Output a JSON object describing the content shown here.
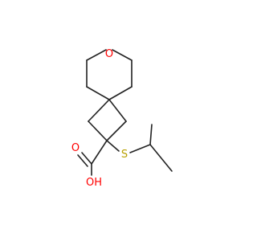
{
  "molecule": {
    "atoms": [
      {
        "id": "O1",
        "symbol": "O",
        "color": "#ff0000",
        "label": "O"
      },
      {
        "id": "S1",
        "symbol": "S",
        "color": "#b8a000",
        "label": "S"
      },
      {
        "id": "O2",
        "symbol": "O",
        "color": "#ff0000",
        "label": "O"
      },
      {
        "id": "O3",
        "symbol": "O",
        "color": "#ff0000",
        "label": "OH"
      }
    ],
    "bond_color": "#222222"
  }
}
